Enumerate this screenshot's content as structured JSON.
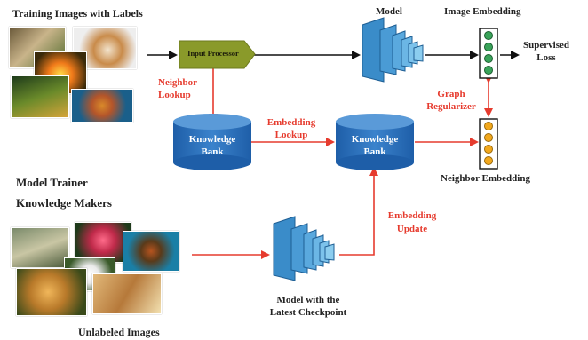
{
  "top": {
    "title": "Training Images with Labels",
    "model_label": "Model",
    "image_embedding_label": "Image Embedding",
    "input_processor_label": "Input Processor",
    "supervised_loss_label": [
      "Supervised",
      "Loss"
    ],
    "neighbor_lookup_label": [
      "Neighbor",
      "Lookup"
    ],
    "embedding_lookup_label": [
      "Embedding",
      "Lookup"
    ],
    "graph_regularizer_label": [
      "Graph",
      "Regularizer"
    ],
    "knowledge_bank_left": [
      "Knowledge",
      "Bank"
    ],
    "knowledge_bank_right": [
      "Knowledge",
      "Bank"
    ],
    "neighbor_embedding_label": "Neighbor Embedding"
  },
  "divider": {
    "model_trainer_label": "Model Trainer",
    "knowledge_makers_label": "Knowledge Makers"
  },
  "bottom": {
    "embedding_update_label": [
      "Embedding",
      "Update"
    ],
    "latest_checkpoint_label": [
      "Model with the",
      "Latest Checkpoint"
    ],
    "unlabeled_images_label": "Unlabeled Images"
  },
  "colors": {
    "red": "#e63b2e",
    "olive": "#8a9a2a",
    "blue": "#2b6fb6",
    "green_dot": "#3aa35a",
    "orange_dot": "#f2a81d"
  }
}
